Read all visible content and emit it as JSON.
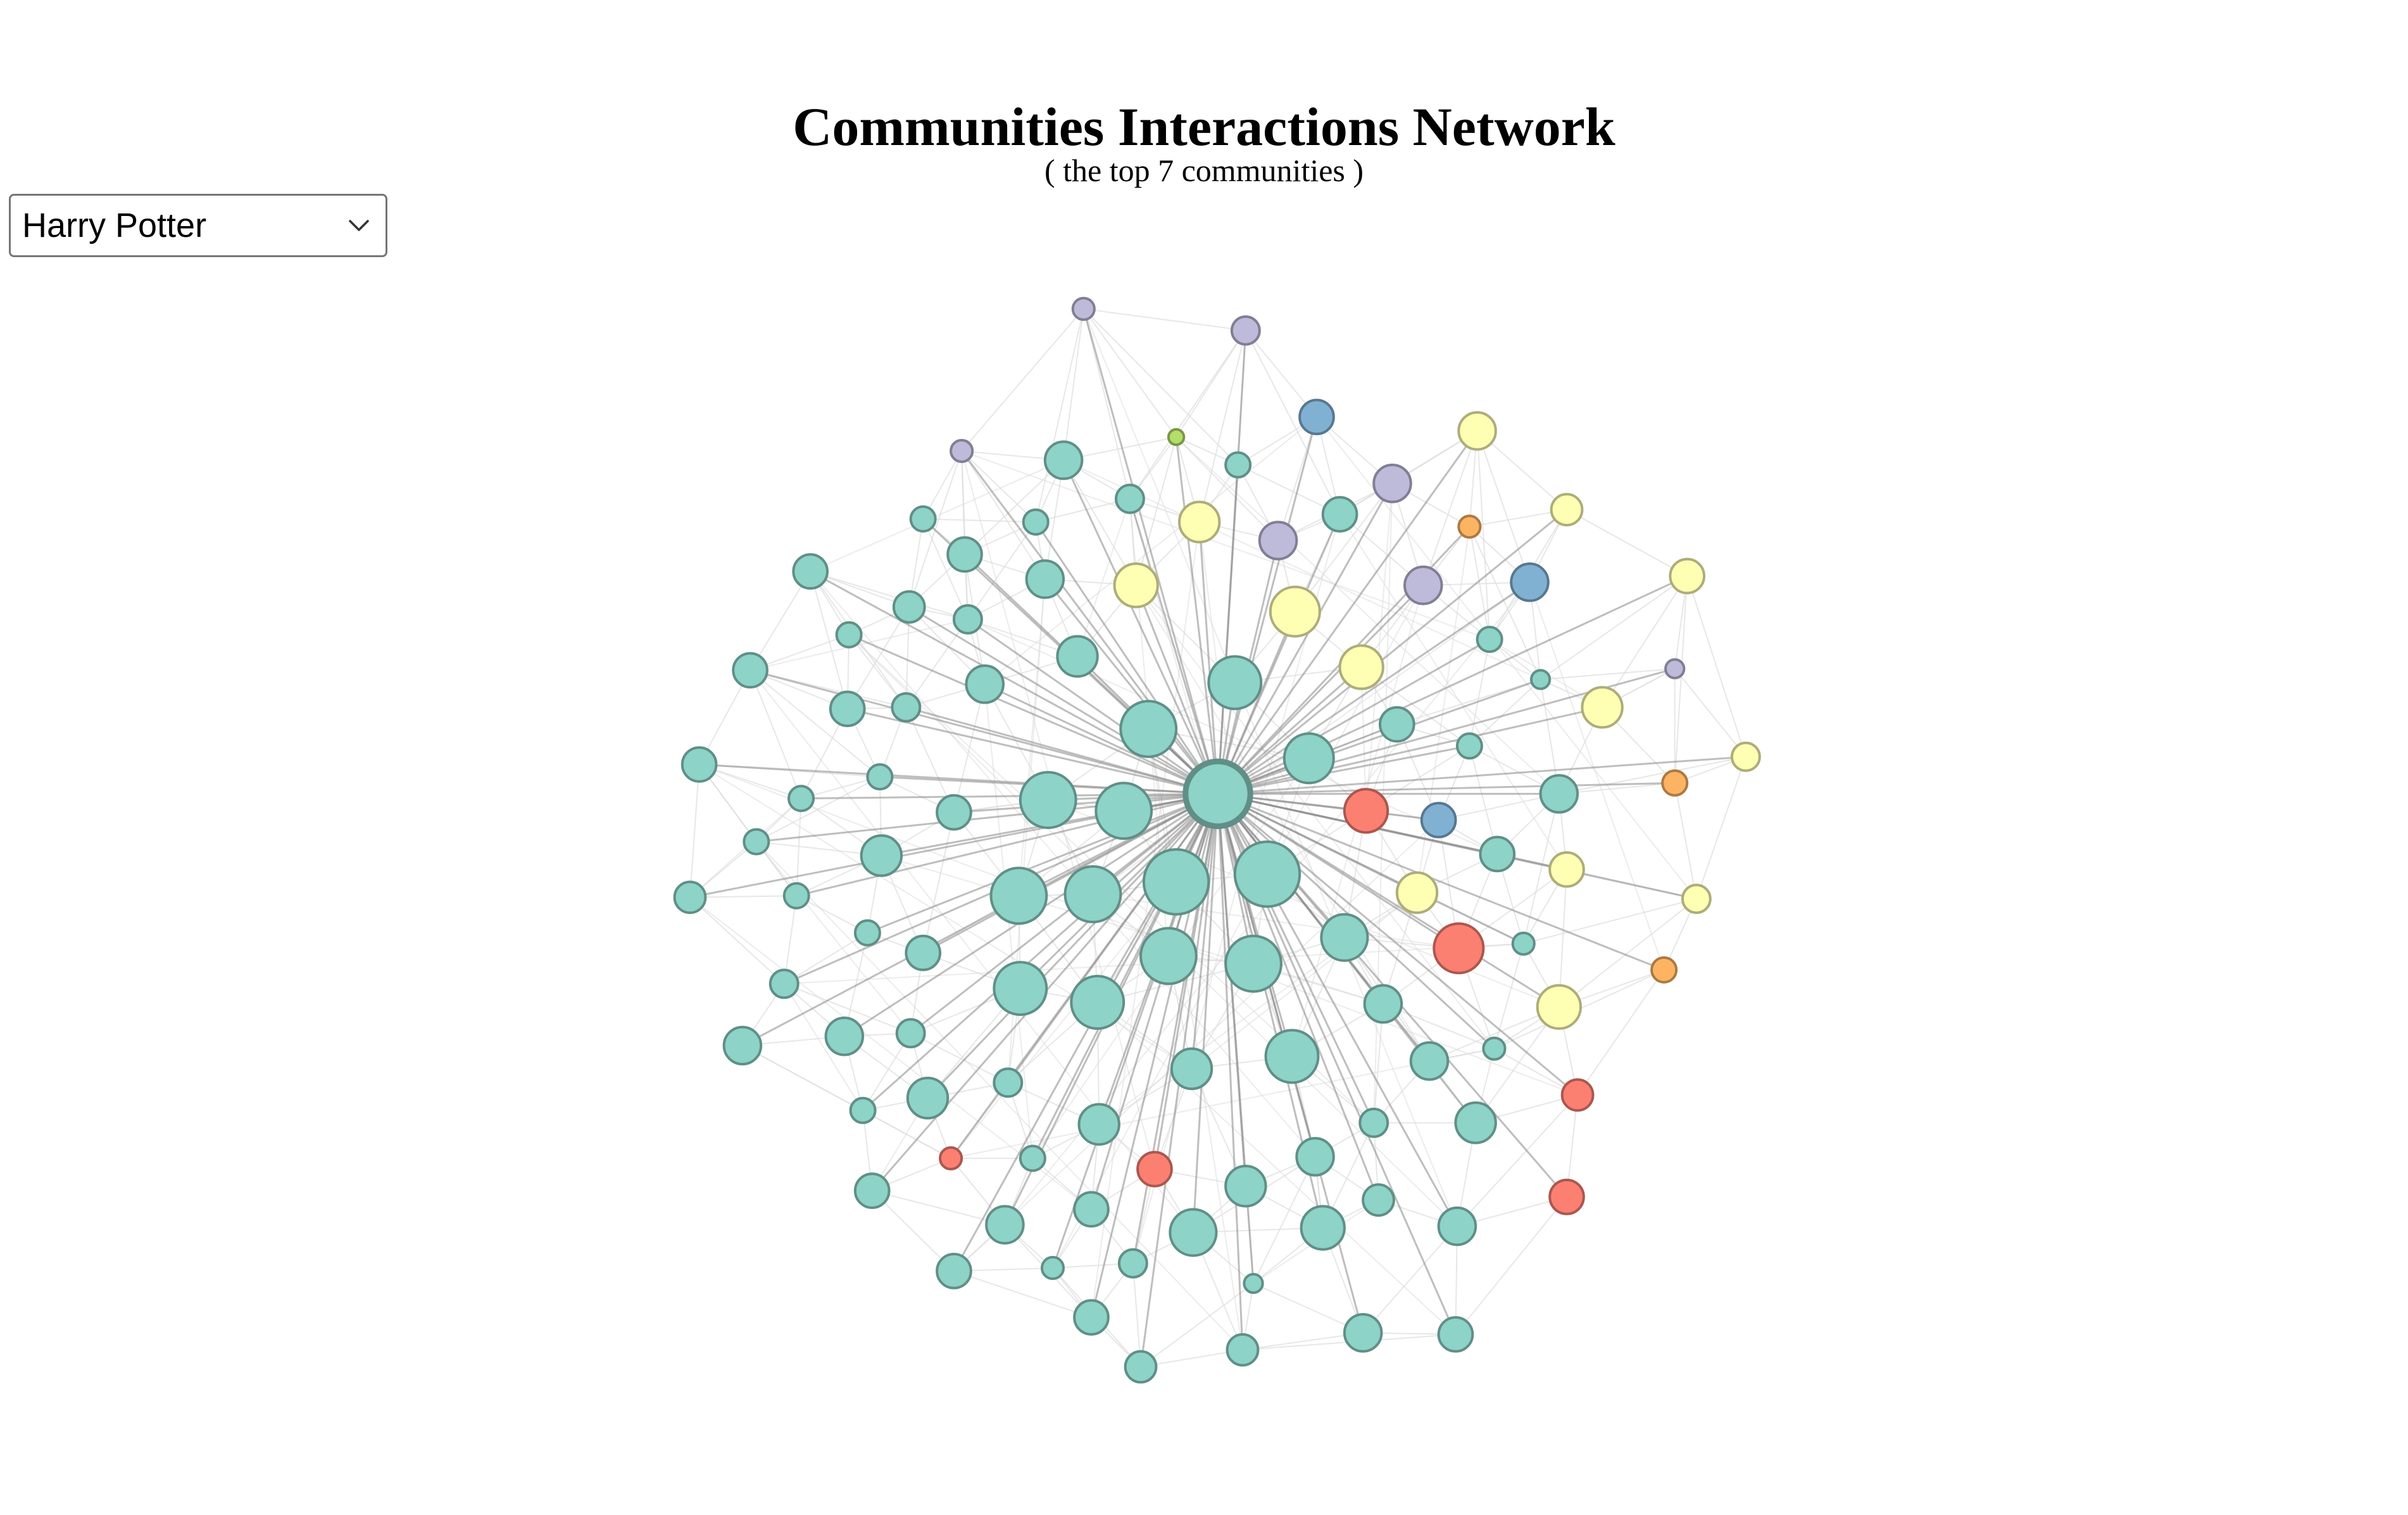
{
  "header": {
    "title": "Communities Interactions Network",
    "subtitle": "( the top 7 communities )"
  },
  "selector": {
    "selected": "Harry Potter",
    "icon": "chevron-down-icon"
  },
  "network": {
    "hub": {
      "community": 0
    },
    "community_colors": [
      "#8dd3c7",
      "#ffffb3",
      "#bebada",
      "#fb8072",
      "#80b1d3",
      "#fdb462",
      "#b3de69"
    ],
    "edge_color": "#dddddd",
    "spoke_color": "#888888",
    "nodes": [
      {
        "community": 2
      },
      {
        "community": 2
      },
      {
        "community": 0
      },
      {
        "community": 4
      },
      {
        "community": 1
      },
      {
        "community": 2
      },
      {
        "community": 0
      },
      {
        "community": 6
      },
      {
        "community": 0
      },
      {
        "community": 0
      },
      {
        "community": 2
      },
      {
        "community": 1
      },
      {
        "community": 0
      },
      {
        "community": 5
      },
      {
        "community": 1
      },
      {
        "community": 0
      },
      {
        "community": 0
      },
      {
        "community": 0
      },
      {
        "community": 1
      },
      {
        "community": 2
      },
      {
        "community": 0
      },
      {
        "community": 2
      },
      {
        "community": 4
      },
      {
        "community": 1
      },
      {
        "community": 0
      },
      {
        "community": 0
      },
      {
        "community": 1
      },
      {
        "community": 0
      },
      {
        "community": 0
      },
      {
        "community": 0
      },
      {
        "community": 0
      },
      {
        "community": 2
      },
      {
        "community": 0
      },
      {
        "community": 0
      },
      {
        "community": 0
      },
      {
        "community": 0
      },
      {
        "community": 1
      },
      {
        "community": 0
      },
      {
        "community": 0
      },
      {
        "community": 0
      },
      {
        "community": 1
      },
      {
        "community": 0
      },
      {
        "community": 0
      },
      {
        "community": 0
      },
      {
        "community": 0
      },
      {
        "community": 0
      },
      {
        "community": 0
      },
      {
        "community": 1
      },
      {
        "community": 3
      },
      {
        "community": 4
      },
      {
        "community": 5
      },
      {
        "community": 0
      },
      {
        "community": 0
      },
      {
        "community": 0
      },
      {
        "community": 0
      },
      {
        "community": 0
      },
      {
        "community": 0
      },
      {
        "community": 0
      },
      {
        "community": 1
      },
      {
        "community": 1
      },
      {
        "community": 1
      },
      {
        "community": 0
      },
      {
        "community": 0
      },
      {
        "community": 0
      },
      {
        "community": 0
      },
      {
        "community": 0
      },
      {
        "community": 0
      },
      {
        "community": 0
      },
      {
        "community": 3
      },
      {
        "community": 0
      },
      {
        "community": 5
      },
      {
        "community": 0
      },
      {
        "community": 0
      },
      {
        "community": 0
      },
      {
        "community": 0
      },
      {
        "community": 0
      },
      {
        "community": 0
      },
      {
        "community": 1
      },
      {
        "community": 0
      },
      {
        "community": 0
      },
      {
        "community": 0
      },
      {
        "community": 0
      },
      {
        "community": 0
      },
      {
        "community": 0
      },
      {
        "community": 0
      },
      {
        "community": 0
      },
      {
        "community": 0
      },
      {
        "community": 0
      },
      {
        "community": 0
      },
      {
        "community": 3
      },
      {
        "community": 3
      },
      {
        "community": 0
      },
      {
        "community": 0
      },
      {
        "community": 0
      },
      {
        "community": 3
      },
      {
        "community": 0
      },
      {
        "community": 0
      },
      {
        "community": 0
      },
      {
        "community": 0
      },
      {
        "community": 0
      },
      {
        "community": 3
      },
      {
        "community": 0
      },
      {
        "community": 0
      },
      {
        "community": 0
      },
      {
        "community": 0
      },
      {
        "community": 0
      },
      {
        "community": 0
      },
      {
        "community": 0
      },
      {
        "community": 0
      },
      {
        "community": 0
      },
      {
        "community": 0
      },
      {
        "community": 0
      },
      {
        "community": 0
      },
      {
        "community": 0
      },
      {
        "community": 0
      },
      {
        "community": 0
      },
      {
        "community": 0
      },
      {
        "community": 0
      },
      {
        "community": 0
      },
      {
        "community": 0
      },
      {
        "community": 0
      },
      {
        "community": 0
      }
    ]
  }
}
